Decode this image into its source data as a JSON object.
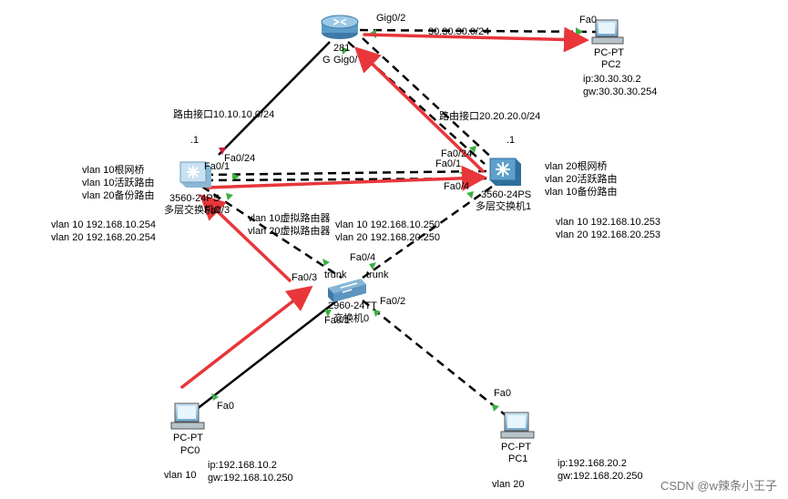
{
  "devices": {
    "router": {
      "name_partial": "281",
      "label_partial": "G",
      "port_top": "Gig0/2",
      "port_bottom": "Gig0/"
    },
    "pc2": {
      "port": "Fa0",
      "type": "PC-PT",
      "name": "PC2",
      "ip": "ip:30.30.30.2",
      "gw": "gw:30.30.30.254"
    },
    "msw0": {
      "model": "3560-24PS",
      "name": "多层交换机0",
      "ports": {
        "fa024": "Fa0/24",
        "fa01": "Fa0/1",
        "fa03": "Fa0/3",
        "dot1": ".1"
      },
      "info": [
        "vlan 10根网桥",
        "vlan 10活跃路由",
        "vlan 20备份路由"
      ],
      "ips": [
        "vlan 10 192.168.10.254",
        "vlan 20 192.168.20.254"
      ]
    },
    "msw1": {
      "model": "3560-24PS",
      "name": "多层交换机1",
      "ports": {
        "fa024": "Fa0/24",
        "fa01": "Fa0/1",
        "fa04": "Fa0/4",
        "dot1": ".1"
      },
      "info": [
        "vlan 20根网桥",
        "vlan 20活跃路由",
        "vlan 10备份路由"
      ],
      "ips": [
        "vlan 10 192.168.10.253",
        "vlan 20 192.168.20.253"
      ]
    },
    "sw": {
      "model": "2960-24TT",
      "name": "交换机0",
      "ports": {
        "fa04": "Fa0/4",
        "fa03": "Fa0/3",
        "fa01": "Fa0/1",
        "fa02": "Fa0/2",
        "trunk_left": "trunk",
        "trunk_right": "trunk"
      }
    },
    "pc0": {
      "port": "Fa0",
      "type": "PC-PT",
      "name": "PC0",
      "ip": "ip:192.168.10.2",
      "gw": "gw:192.168.10.250",
      "vlan": "vlan 10"
    },
    "pc1": {
      "port": "Fa0",
      "type": "PC-PT",
      "name": "PC1",
      "ip": "ip:192.168.20.2",
      "gw": "gw:192.168.20.250",
      "vlan": "vlan 20"
    }
  },
  "links": {
    "router_pc2": "30.30.30.0/24",
    "router_msw0": "路由接口10.10.10.0/24",
    "router_msw1": "路由接口20.20.20.0/24"
  },
  "virtual": [
    "vlan 10虚拟路由器",
    "vlan 20虚拟路由器"
  ],
  "virtual_ips": [
    "vlan 10 192.168.10.250",
    "vlan 20 192.168.20.250"
  ],
  "colors": {
    "arrow": "#e8363a",
    "link": "#000000",
    "port_up": "#3cb043",
    "port_down": "#c0203a"
  },
  "watermark": "CSDN @w辣条小王子"
}
